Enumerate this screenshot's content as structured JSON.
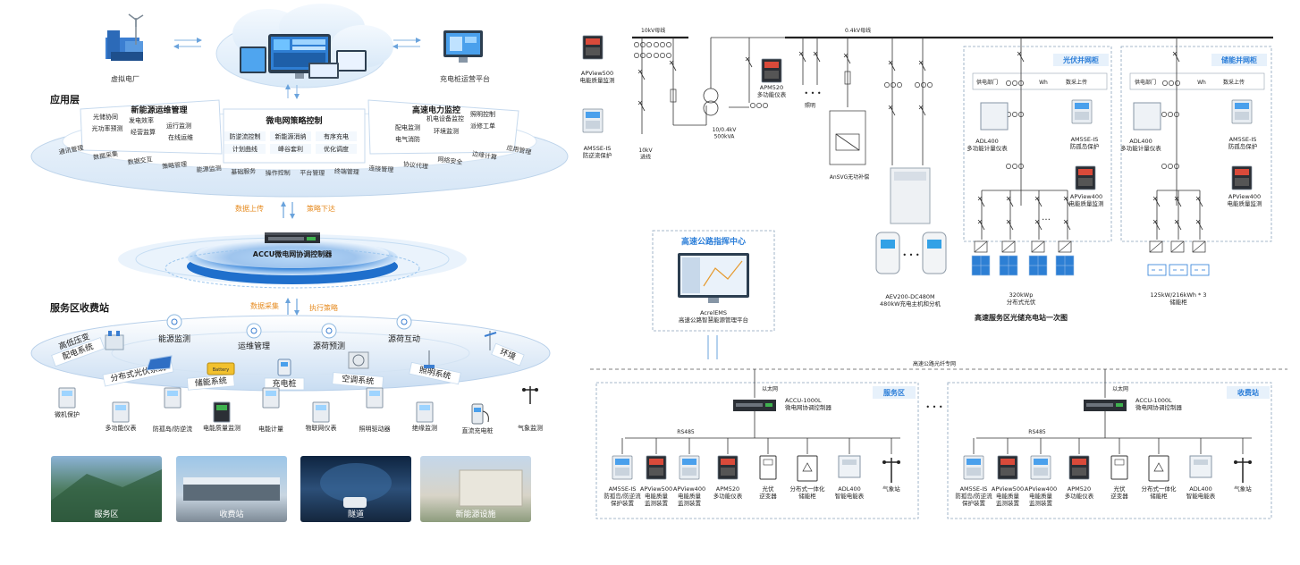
{
  "left": {
    "top_icons": {
      "vpp": "虚拟电厂",
      "charge_platform": "充电桩运营平台"
    },
    "app_layer_title": "应用层",
    "renew_ops": {
      "title": "新能源运维管理",
      "items": [
        "光储协同",
        "发电效率",
        "运行监测",
        "光功率预测",
        "经营监算",
        "在线运维"
      ]
    },
    "mg_strategy": {
      "title": "微电网策略控制",
      "items": [
        "防逆流控制",
        "新能源消纳",
        "有序充电",
        "计划曲线",
        "峰谷套利",
        "优化调度"
      ]
    },
    "hv_monitor": {
      "title": "高速电力监控",
      "items": [
        "配电监测",
        "机电设备监控",
        "照明控制",
        "电气消防",
        "环境监测",
        "派修工单"
      ]
    },
    "ring_services": [
      "通讯管理",
      "数据采集",
      "数据交互",
      "策略管理",
      "能源监测",
      "基础服务",
      "操作控制",
      "平台管理",
      "终端管理",
      "连接管理",
      "协议代理",
      "网络安全",
      "边缘计算",
      "应用管理"
    ],
    "upload": "数据上传",
    "dispatch": "策略下达",
    "controller": "ACCU微电网协调控制器",
    "collect": "数据采集",
    "execute": "执行策略",
    "station_title": "服务区收费站",
    "station_ring_top": [
      "能源监测",
      "运维管理",
      "源荷预测",
      "源荷互动"
    ],
    "station_ring_systems": [
      "高低压变配电系统",
      "分布式光伏系统",
      "储能系统",
      "充电桩",
      "空调系统",
      "照明系统",
      "环境"
    ],
    "battery_label": "Battery",
    "devices": [
      "微机保护",
      "多功能仪表",
      "防孤岛/防逆流",
      "电能质量监测",
      "电能计量",
      "物联网仪表",
      "照明驱动器",
      "绝缘监测",
      "直流充电桩",
      "气象监测"
    ],
    "photos": [
      "服务区",
      "收费站",
      "隧道",
      "新能源设施"
    ]
  },
  "right": {
    "bus_10kv": "10kV母线",
    "bus_04kv": "0.4kV母线",
    "apview500": "APView500\n电能质量监测",
    "am5se_top": "AM5SE-IS\n防逆流保护",
    "incoming": "10kV\n进线",
    "transformer": "10/0.4kV\n500kVA",
    "apm520": "APM520\n多功能仪表",
    "lighting": "照明",
    "ansvg": "AnSVG无功补偿",
    "pv_cabinet": "光伏并网柜",
    "ess_cabinet": "储能并网柜",
    "supply_dept": "供电部门",
    "wh": "Wh",
    "data_up": "数采上传",
    "adl400_meter": "ADL400\n多功能计量仪表",
    "am5se_island": "AM5SE-IS\n防孤岛保护",
    "apview400": "APView400\n电能质量监测",
    "charger": "AEV200-DC480M\n480kW充电主机和分机",
    "pv_capacity": "320kWp\n分布式光伏",
    "ess_capacity": "125kW/216kWh * 3\n储能柜",
    "diagram_title": "高速服务区光储充电站一次图",
    "ems_center": "高速公路指挥中心",
    "ems_name": "AcrelEMS\n高速公路智慧能源管理平台",
    "fiber": "高速公路光纤专网",
    "ethernet": "以太网",
    "rs485": "RS485",
    "accu": "ACCU-1000L\n微电网协调控制器",
    "service_area": "服务区",
    "toll_station": "收费站",
    "field_devices": [
      "AM5SE-IS\n防孤岛/防逆流\n保护装置",
      "APView500\n电能质量\n监测装置",
      "APView400\n电能质量\n监测装置",
      "APM520\n多功能仪表",
      "光伏\n逆变器",
      "分布式一体化\n储能柜",
      "ADL400\n智能电能表",
      "气象站"
    ],
    "ellipsis": "…"
  }
}
